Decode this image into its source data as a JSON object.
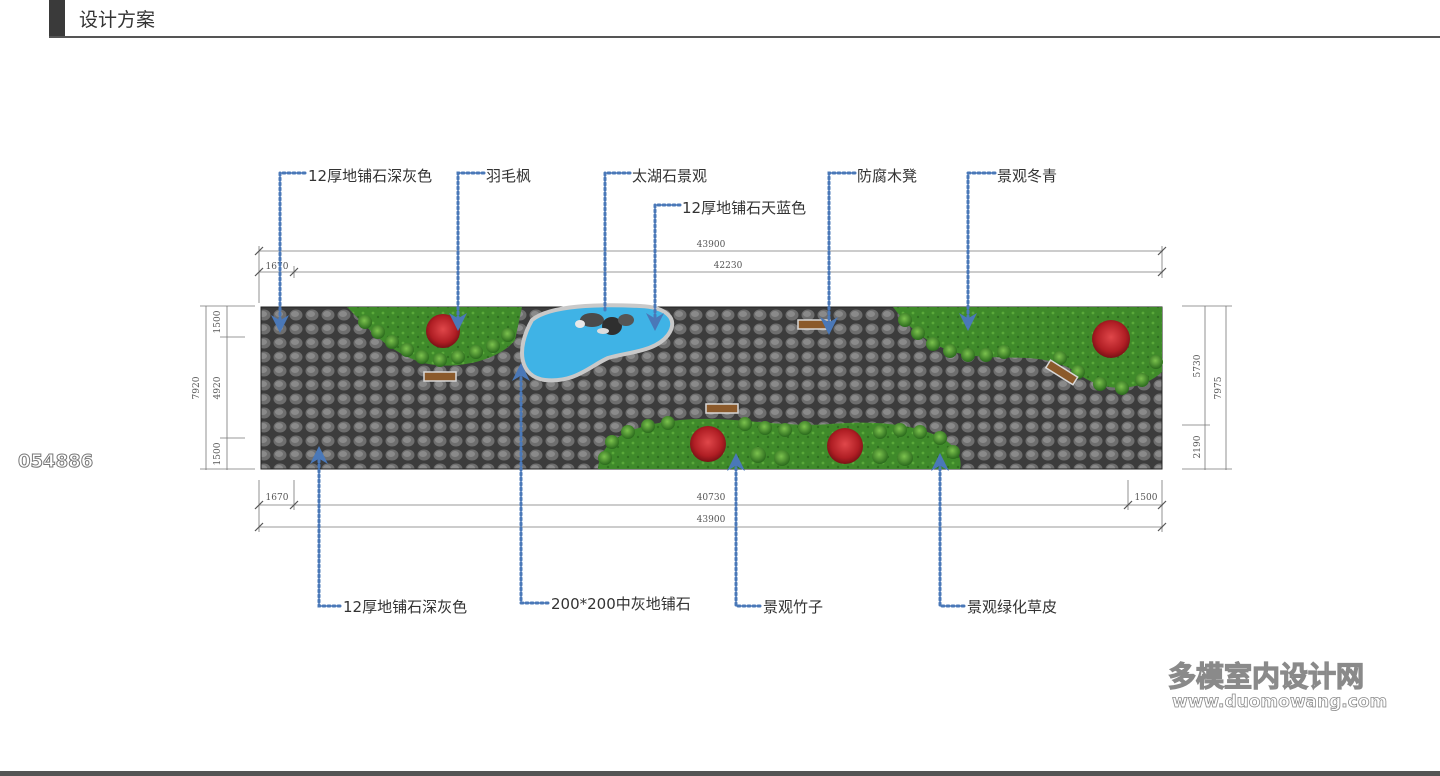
{
  "header": {
    "title": "设计方案"
  },
  "drawing_id": "054886",
  "watermark": {
    "name": "多模室内设计网",
    "url": "www.duomowang.com"
  },
  "callouts_top": [
    {
      "id": "c1",
      "text": "12厚地铺石深灰色"
    },
    {
      "id": "c2",
      "text": "羽毛枫"
    },
    {
      "id": "c3",
      "text": "太湖石景观"
    },
    {
      "id": "c4",
      "text": "12厚地铺石天蓝色"
    },
    {
      "id": "c5",
      "text": "防腐木凳"
    },
    {
      "id": "c6",
      "text": "景观冬青"
    }
  ],
  "callouts_bottom": [
    {
      "id": "c7",
      "text": "12厚地铺石深灰色"
    },
    {
      "id": "c8",
      "text": "200*200中灰地铺石"
    },
    {
      "id": "c9",
      "text": "景观竹子"
    },
    {
      "id": "c10",
      "text": "景观绿化草皮"
    }
  ],
  "dimensions": {
    "top_total": "43900",
    "top_left": "1670",
    "top_right": "42230",
    "bottom_left": "1670",
    "bottom_mid": "40730",
    "bottom_right": "1500",
    "bottom_total": "43900",
    "left_total": "7920",
    "left_top": "1500",
    "left_mid": "4920",
    "left_bottom": "1500",
    "right_top": "5730",
    "right_bottom": "2190",
    "right_total": "7975"
  },
  "colors": {
    "callout": "#4a78b8",
    "paving": "#5b5b5b",
    "lawn": "#3f8a2a",
    "pond": "#3fb3e6",
    "maple": "#c0232a",
    "bench": "#8b5a2b"
  }
}
